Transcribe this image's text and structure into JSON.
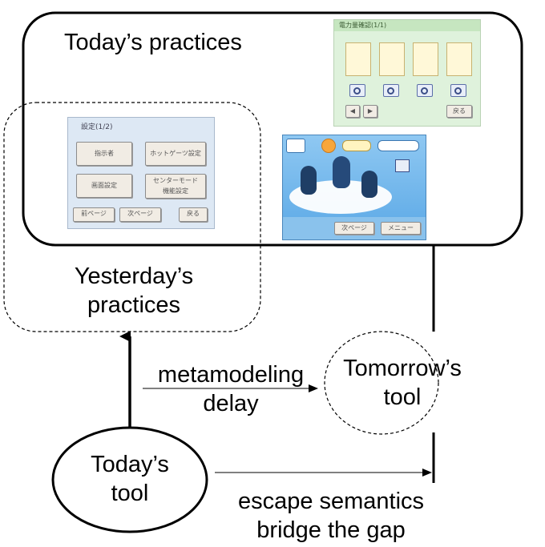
{
  "labels": {
    "todays_practices": "Today’s practices",
    "yesterdays_practices_line1": "Yesterday’s",
    "yesterdays_practices_line2": "practices",
    "tomorrows_tool_line1": "Tomorrow’s",
    "tomorrows_tool_line2": "tool",
    "todays_tool_line1": "Today’s",
    "todays_tool_line2": "tool",
    "metamodeling_delay_line1": "metamodeling",
    "metamodeling_delay_line2": "delay",
    "escape_semantics_line1": "escape semantics",
    "bridge_the_gap_line2": "bridge the gap"
  },
  "screens": {
    "energy_meter": {
      "title": "電力量確認(1/1)",
      "back_button": "戻る"
    },
    "settings_menu": {
      "title": "設定(1/2)",
      "button_1": "指示者",
      "button_2": "ホットゲーツ設定",
      "button_3": "画面設定",
      "button_4": "センターモード",
      "button_4_line2": "機能設定",
      "prev_button": "前ページ",
      "next_button": "次ページ",
      "back_button": "戻る"
    },
    "penguin_game": {
      "next_button": "次ページ",
      "menu_button": "メニュー"
    }
  },
  "colors": {
    "line": "#000000",
    "energy_screen_bg": "#dff2dc",
    "settings_screen_bg": "#dde8f4",
    "game_screen_bg": "#5aa8e6"
  }
}
